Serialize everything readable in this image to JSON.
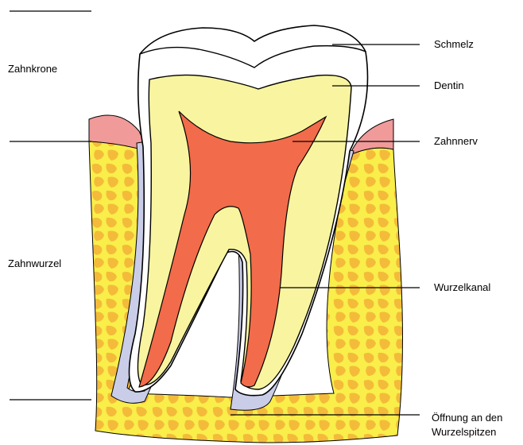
{
  "labels": {
    "crown": "Zahnkrone",
    "root": "Zahnwurzel",
    "enamel": "Schmelz",
    "dentin": "Dentin",
    "pulp": "Zahnnerv",
    "root_canal": "Wurzelkanal",
    "apex_line1": "Öffnung an den",
    "apex_line2": "Wurzelspitzen"
  },
  "colors": {
    "enamel": "#ffffff",
    "dentin": "#f8f4a0",
    "pulp": "#f26b4a",
    "gum": "#f09a9a",
    "bone": "#f9ee4a",
    "bone_spots": "#f4bb3a",
    "membrane": "#c9cde8",
    "outline": "#000000"
  }
}
